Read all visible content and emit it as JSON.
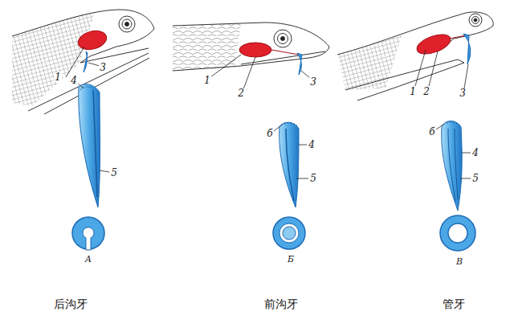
{
  "diagram": {
    "labels": [
      "1",
      "3",
      "1",
      "2",
      "3",
      "1",
      "2",
      "3",
      "4",
      "5",
      "б",
      "4",
      "5",
      "б",
      "4",
      "5",
      "А",
      "Б",
      "В",
      "后沟牙",
      "前沟牙",
      "管牙"
    ]
  }
}
